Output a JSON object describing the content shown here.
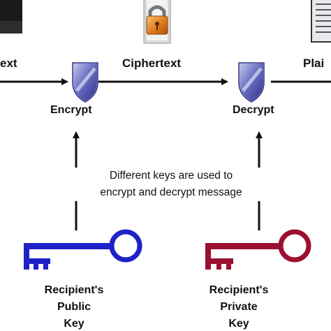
{
  "labels": {
    "plaintext_left": "ext",
    "ciphertext": "Ciphertext",
    "plaintext_right": "Plai"
  },
  "nodes": {
    "encrypt": "Encrypt",
    "decrypt": "Decrypt"
  },
  "note": {
    "line1": "Different keys are used to",
    "line2": "encrypt and decrypt message"
  },
  "keys": {
    "public": {
      "line1": "Recipient's",
      "line2": "Public",
      "line3": "Key",
      "color": "#1f22c8"
    },
    "private": {
      "line1": "Recipient's",
      "line2": "Private",
      "line3": "Key",
      "color": "#9b1030"
    }
  },
  "icons": {
    "left_document": "document-icon",
    "padlock": "padlock-icon",
    "right_document": "document-icon",
    "shield": "shield-icon"
  },
  "colors": {
    "shield_fill": "#5a5fb0",
    "padlock_body": "#e07a1a",
    "arrow": "#111111"
  }
}
